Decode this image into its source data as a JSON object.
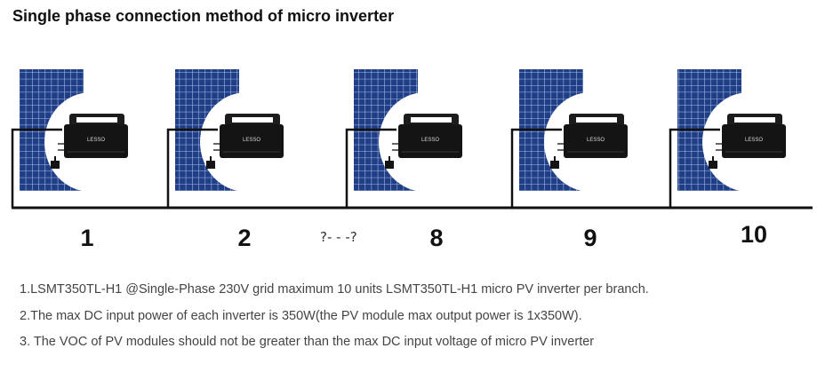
{
  "title": "Single phase connection method of micro inverter",
  "units": [
    {
      "label": "1"
    },
    {
      "label": "2"
    },
    {
      "label": "8"
    },
    {
      "label": "9"
    },
    {
      "label": "10"
    }
  ],
  "inverter_brand": "LESSO",
  "ellipsis": "?- - -?",
  "notes": [
    "1.LSMT350TL-H1 @Single-Phase 230V grid maximum 10 units LSMT350TL-H1 micro PV inverter per branch.",
    "2.The max DC input power of each inverter is 350W(the PV module max output power is 1x350W).",
    "3. The VOC of PV modules should not be greater than the max DC input voltage of micro PV inverter"
  ],
  "colors": {
    "panel_fill": "#1f3e86",
    "panel_grid": "#9fb4e0",
    "inverter_body": "#141414",
    "wire": "#111111"
  }
}
